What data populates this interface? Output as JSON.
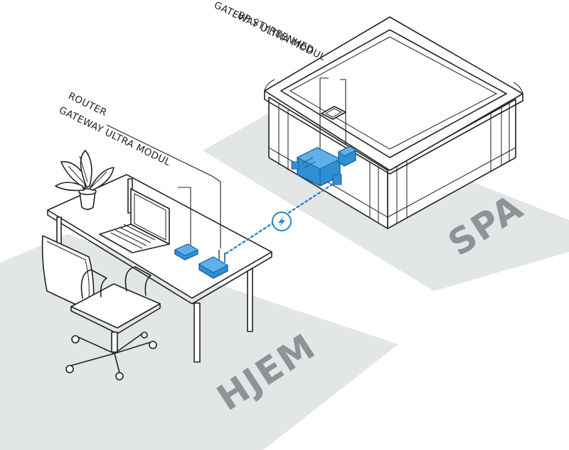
{
  "callouts": {
    "spa_module": "GATEWAY ULTRA MODUL",
    "spa_unit": "BP STYREENHED",
    "router": "ROUTER",
    "home_module": "GATEWAY ULTRA MODUL"
  },
  "zones": {
    "spa": "SPA",
    "home": "HJEM"
  },
  "icons": {
    "wireless": "lightning-icon"
  },
  "colors": {
    "device_blue": "#2e8fd6",
    "device_dark": "#1b5e97",
    "zone_gray": "#e3e6e6",
    "zone_text": "#8c9496",
    "link_blue": "#2a86c8"
  }
}
